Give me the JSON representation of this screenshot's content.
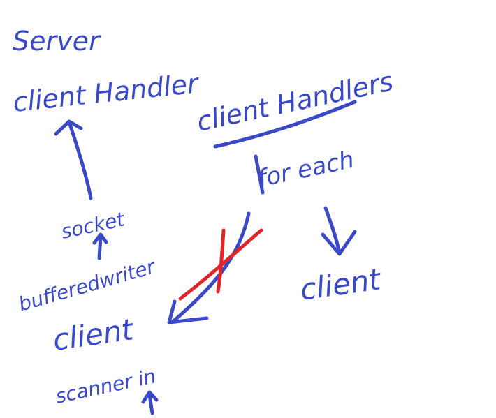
{
  "labels": {
    "server": "Server",
    "client_handler": "client Handler",
    "client_handlers": "client Handlers",
    "for_each": "for each",
    "socket": "socket",
    "buffered_writer": "bufferedwriter",
    "client_left": "client",
    "client_right": "client",
    "scanner_in": "scanner in"
  },
  "colors": {
    "ink": "#3a49c8",
    "cross": "#e0242a",
    "background": "#ffffff"
  }
}
